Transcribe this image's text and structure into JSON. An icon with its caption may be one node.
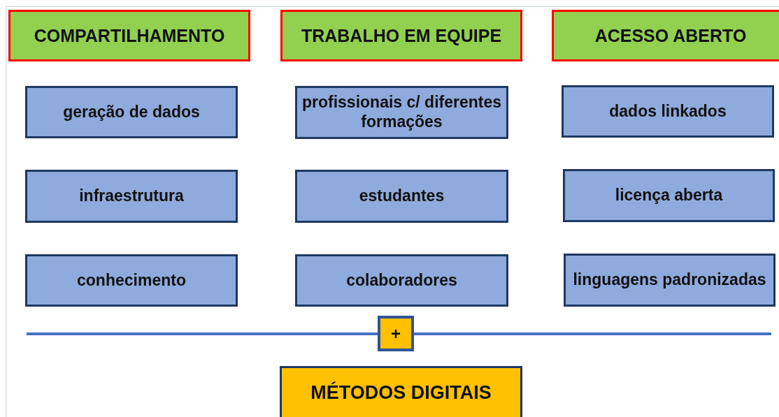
{
  "diagram": {
    "nodes": [
      {
        "text": [
          "COMPARTILHAMENTO"
        ]
      },
      {
        "text": [
          "TRABALHO EM EQUIPE"
        ]
      },
      {
        "text": [
          "ACESSO ABERTO"
        ]
      },
      {
        "text": [
          "geração de dados"
        ]
      },
      {
        "text": [
          "profissionais c/ diferentes formações"
        ]
      },
      {
        "text": [
          "dados linkados"
        ]
      },
      {
        "text": [
          "infraestrutura"
        ]
      },
      {
        "text": [
          "estudantes"
        ]
      },
      {
        "text": [
          "licença aberta"
        ]
      },
      {
        "text": [
          "conhecimento"
        ]
      },
      {
        "text": [
          "colaboradores"
        ]
      },
      {
        "text": [
          "linguagens padronizadas"
        ]
      },
      {
        "text": [
          "+"
        ]
      },
      {
        "text": [
          "MÉTODOS DIGITAIS"
        ]
      }
    ],
    "edges": []
  }
}
